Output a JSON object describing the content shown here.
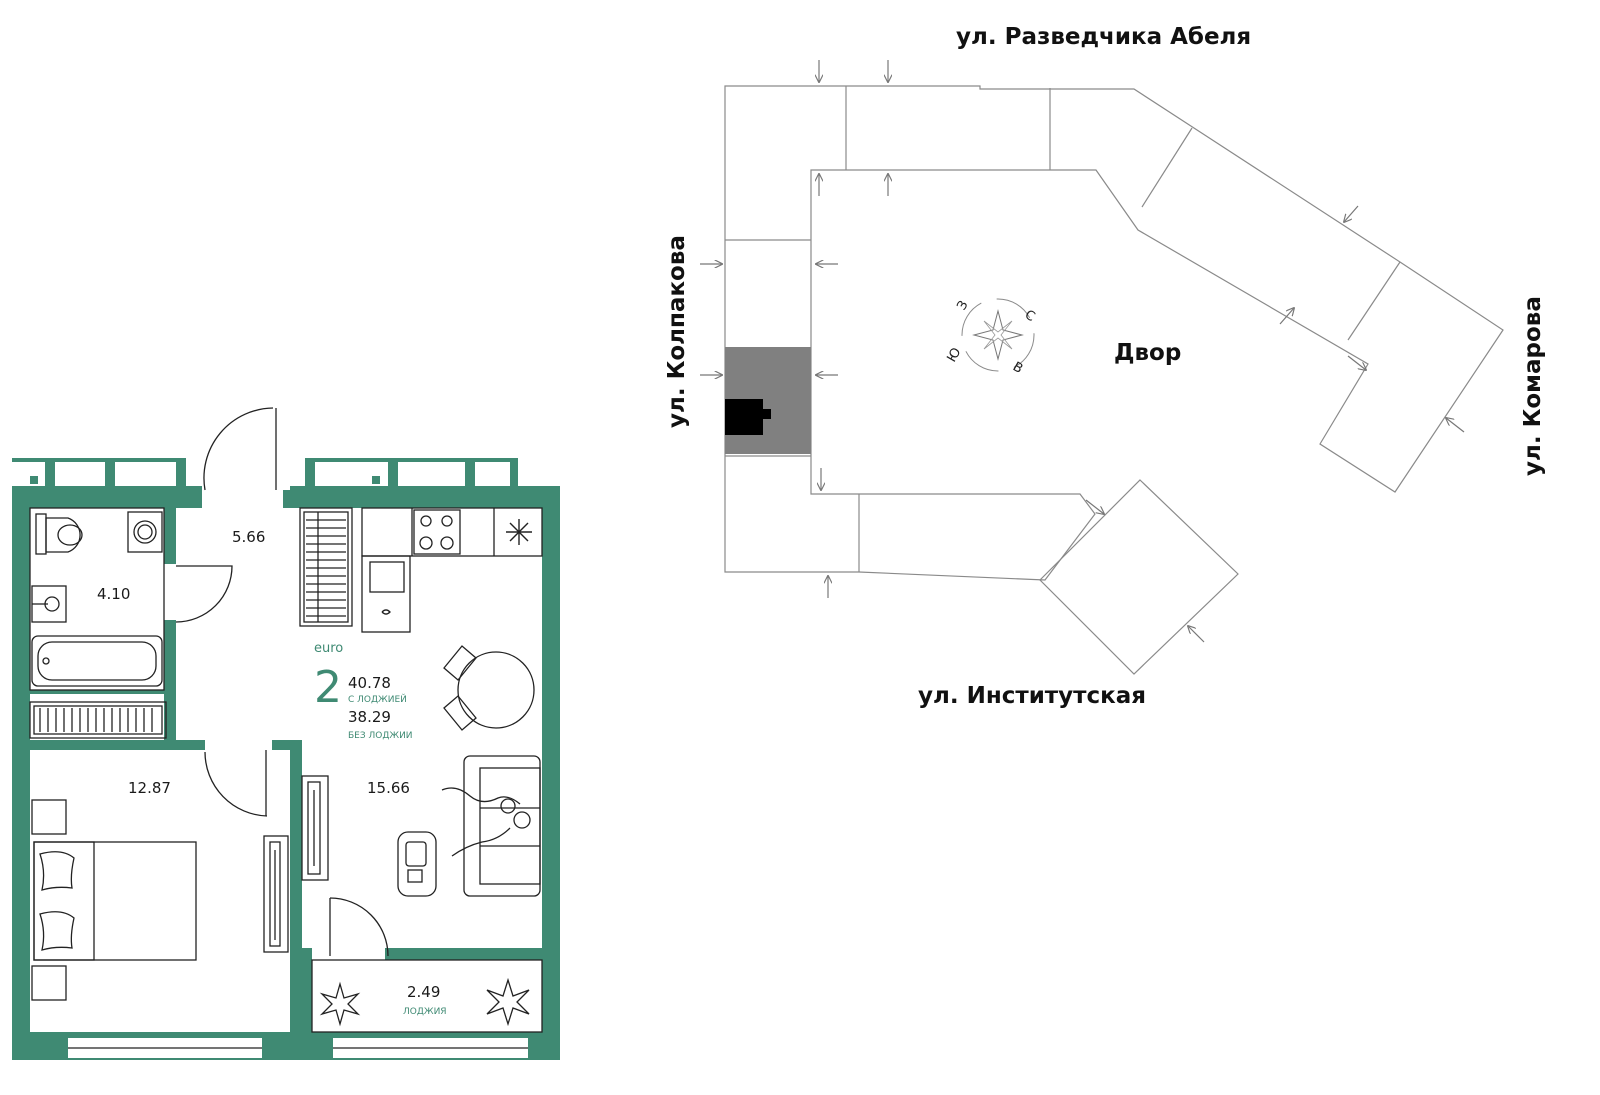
{
  "colors": {
    "wall": "#3f8a73",
    "plan_line": "#222222",
    "site_line": "#8a8a8a",
    "highlight": "#808080"
  },
  "apartment": {
    "series": "euro",
    "rooms": "2",
    "area_total": "40.78",
    "area_total_note": "С ЛОДЖИЕЙ",
    "area_living": "38.29",
    "area_living_note": "БЕЗ ЛОДЖИИ",
    "room_areas": {
      "hall": "5.66",
      "bathroom": "4.10",
      "bedroom": "12.87",
      "living": "15.66",
      "loggia": "2.49"
    },
    "loggia_label": "ЛОДЖИЯ"
  },
  "site": {
    "streets": {
      "north": "ул. Разведчика Абеля",
      "west": "ул. Колпакова",
      "south": "ул. Институтская",
      "east": "ул. Комарова"
    },
    "courtyard": "Двор",
    "compass": {
      "n": "С",
      "e": "В",
      "s": "Ю",
      "w": "З"
    },
    "icons": [
      "compass-rose-icon",
      "entrance-arrow-icon",
      "snowflake-icon",
      "plant-icon"
    ]
  }
}
